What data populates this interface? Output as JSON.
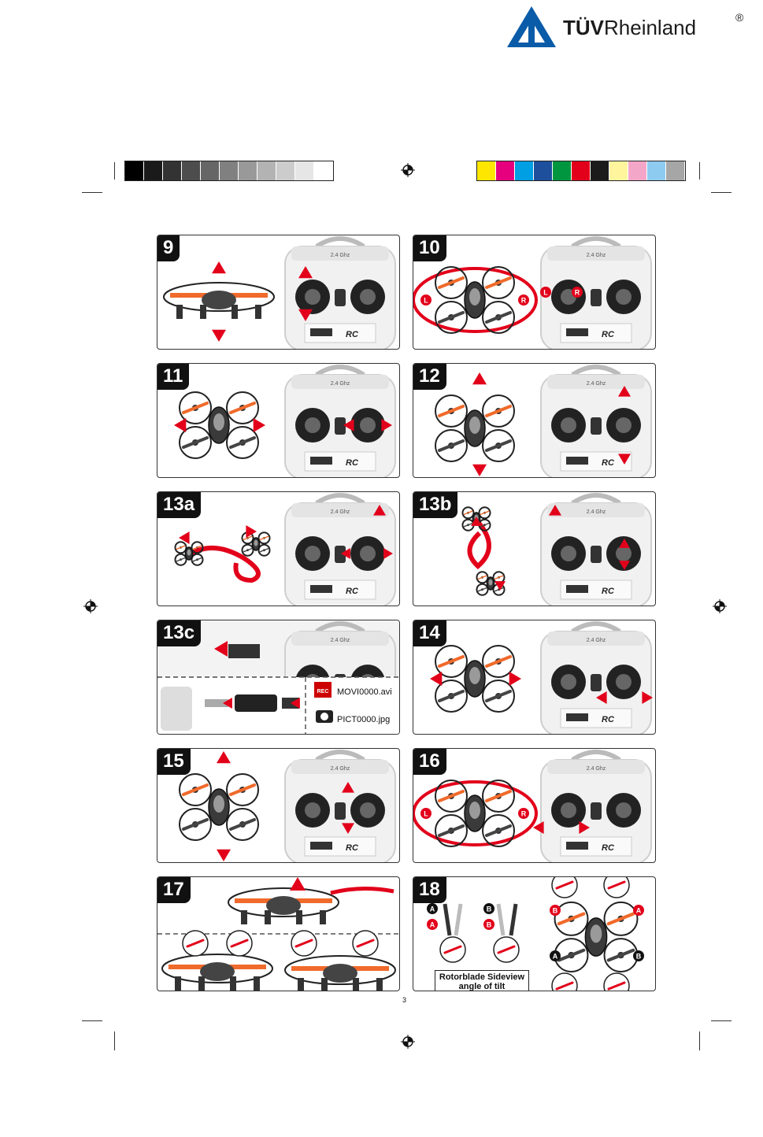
{
  "logo": {
    "brand_bold": "TÜV",
    "brand_rest": "Rheinland",
    "registered": "®"
  },
  "colors": {
    "grayscale": [
      "#000000",
      "#1a1a1a",
      "#333333",
      "#4d4d4d",
      "#666666",
      "#808080",
      "#999999",
      "#b3b3b3",
      "#cccccc",
      "#e6e6e6",
      "#ffffff"
    ],
    "process": [
      "#ffe600",
      "#e6007e",
      "#009fe3",
      "#1d4f9c",
      "#00963f",
      "#e2001a",
      "#1b1b1b",
      "#fff59d",
      "#f4a6c8",
      "#8ecbf0",
      "#a6a6a6"
    ],
    "accent_red": "#e2001a",
    "logo_blue": "#0a5ba8"
  },
  "panels": [
    {
      "id": "9",
      "label": "9"
    },
    {
      "id": "10",
      "label": "10"
    },
    {
      "id": "11",
      "label": "11"
    },
    {
      "id": "12",
      "label": "12"
    },
    {
      "id": "13a",
      "label": "13a"
    },
    {
      "id": "13b",
      "label": "13b"
    },
    {
      "id": "13c",
      "label": "13c"
    },
    {
      "id": "14",
      "label": "14"
    },
    {
      "id": "15",
      "label": "15"
    },
    {
      "id": "16",
      "label": "16"
    },
    {
      "id": "17",
      "label": "17"
    },
    {
      "id": "18",
      "label": "18"
    }
  ],
  "panel_13c": {
    "video_file": "MOVI0000.avi",
    "photo_file": "PICT0000.jpg",
    "rec_label": "REC"
  },
  "panel_18": {
    "caption_line1": "Rotorblade Sideview",
    "caption_line2": "angle of tilt",
    "label_a": "A",
    "label_b": "B"
  },
  "controller": {
    "band_label": "2.4 Ghz",
    "brand_label": "RC"
  },
  "direction_labels": {
    "plus": "+",
    "minus": "−",
    "left": "L",
    "right": "R"
  },
  "page_number": "3"
}
